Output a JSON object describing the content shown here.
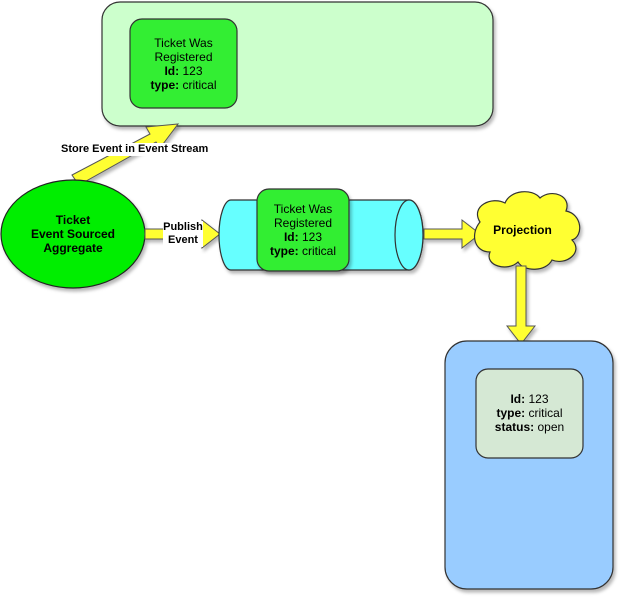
{
  "aggregate": {
    "label_lines": [
      "Ticket",
      "Event Sourced",
      "Aggregate"
    ],
    "color": "#00ee00"
  },
  "event_store": {
    "color": "#ccffcc",
    "event": {
      "title_lines": [
        "Ticket Was",
        "Registered"
      ],
      "id_label": "Id:",
      "id_value": "123",
      "type_label": "type:",
      "type_value": "critical",
      "color": "#33ee33"
    }
  },
  "event_bus": {
    "color": "#66ffff",
    "event": {
      "title_lines": [
        "Ticket Was",
        "Registered"
      ],
      "id_label": "Id:",
      "id_value": "123",
      "type_label": "type:",
      "type_value": "critical",
      "color": "#33ee33"
    }
  },
  "projection": {
    "label": "Projection",
    "color": "#ffff33"
  },
  "read_model": {
    "color": "#99ccff",
    "record": {
      "id_label": "Id:",
      "id_value": "123",
      "type_label": "type:",
      "type_value": "critical",
      "status_label": "status:",
      "status_value": "open",
      "color": "#d5e8d4"
    }
  },
  "edges": {
    "store_event_label": "Store Event in Event Stream",
    "publish_event_lines": [
      "Publish",
      "Event"
    ],
    "arrow_color": "#ffff33"
  }
}
